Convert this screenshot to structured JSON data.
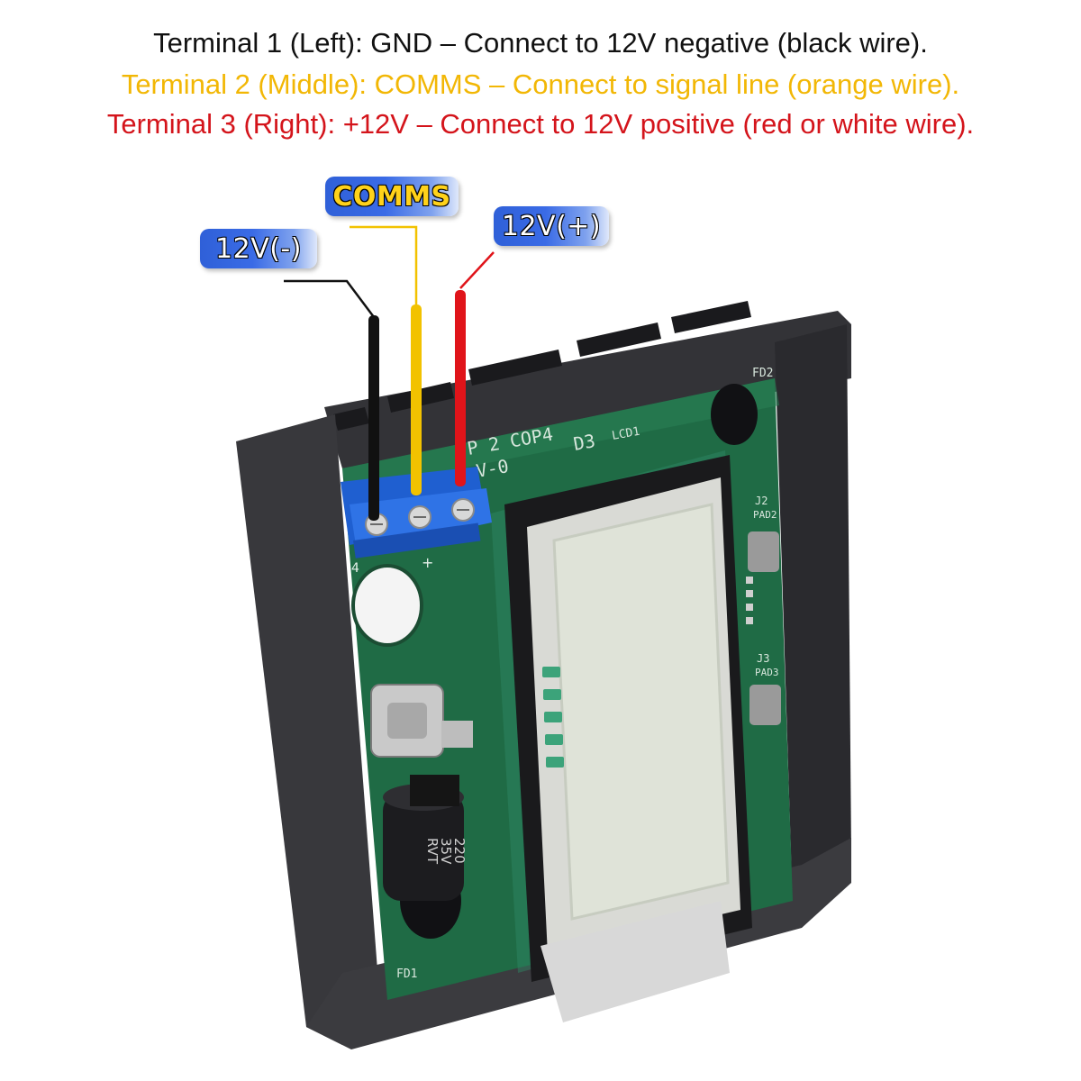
{
  "captions": {
    "line1": "Terminal 1 (Left): GND – Connect to 12V negative (black wire).",
    "line2": "Terminal 2 (Middle): COMMS – Connect to signal line (orange wire).",
    "line3": "Terminal 3 (Right): +12V – Connect to 12V positive (red or white wire)."
  },
  "labels": {
    "gnd": "12V(-)",
    "comms": "COMMS",
    "positive": "12V(+)"
  },
  "pcb_markings": {
    "top": "P 2 COP4",
    "flame": "V-0",
    "d3": "D3",
    "lcd": "LCD1",
    "fd1": "FD1",
    "fd2": "FD2",
    "j2": "J2",
    "pad2": "PAD2",
    "j3": "J3",
    "pad3": "PAD3",
    "cap_value": "220",
    "cap_voltage": "35V",
    "cap_series": "RVT",
    "term_plus": "+",
    "term_4": "4"
  },
  "colors": {
    "line1": "#111111",
    "line2": "#f2b705",
    "line3": "#d4141b",
    "wire_black": "#111111",
    "wire_yellow": "#f2c200",
    "wire_red": "#e0141a",
    "housing": "#2d2d31",
    "pcb": "#1f6b45",
    "terminal_block": "#1f5fd0",
    "lcd": "#dfe3d8"
  }
}
